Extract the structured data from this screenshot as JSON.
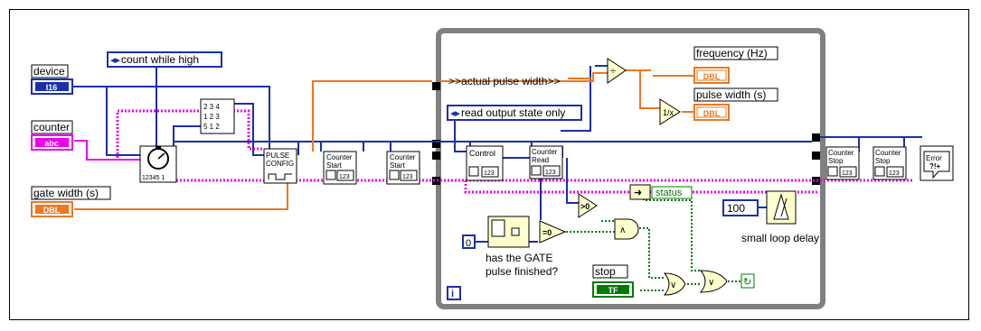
{
  "controls": {
    "device": {
      "label": "device",
      "type": "I16"
    },
    "counter": {
      "label": "counter",
      "type": "abc"
    },
    "gate_width": {
      "label": "gate width (s)",
      "type": "DBL"
    },
    "stop": {
      "label": "stop",
      "type": "TF"
    }
  },
  "indicators": {
    "frequency": {
      "label": "frequency (Hz)",
      "type": "DBL"
    },
    "pulse_width": {
      "label": "pulse width (s)",
      "type": "DBL"
    }
  },
  "constants": {
    "count_mode": "count while high",
    "read_mode": "read output state only",
    "pulse_label": ">>actual pulse width>>",
    "status": "status",
    "zero": "0",
    "delay_ms": "100"
  },
  "vis": {
    "pulse_config": [
      "PULSE",
      "CONFIG"
    ],
    "counter_start": [
      "Counter",
      "Start"
    ],
    "control": "Control",
    "counter_read": [
      "Counter",
      "Read"
    ],
    "counter_stop": [
      "Counter",
      "Stop"
    ],
    "error": "Error"
  },
  "notes": {
    "gate_finished": [
      "has the GATE",
      "pulse finished?"
    ],
    "small_loop_delay": "small loop delay",
    "iteration": "i"
  },
  "colors": {
    "int_wire": "#1a2fa8",
    "string_wire": "#ee00ee",
    "double_wire": "#ee7722",
    "bool_wire": "#007a00",
    "error_wire": "#ee00ee",
    "loop_border": "#808080"
  }
}
